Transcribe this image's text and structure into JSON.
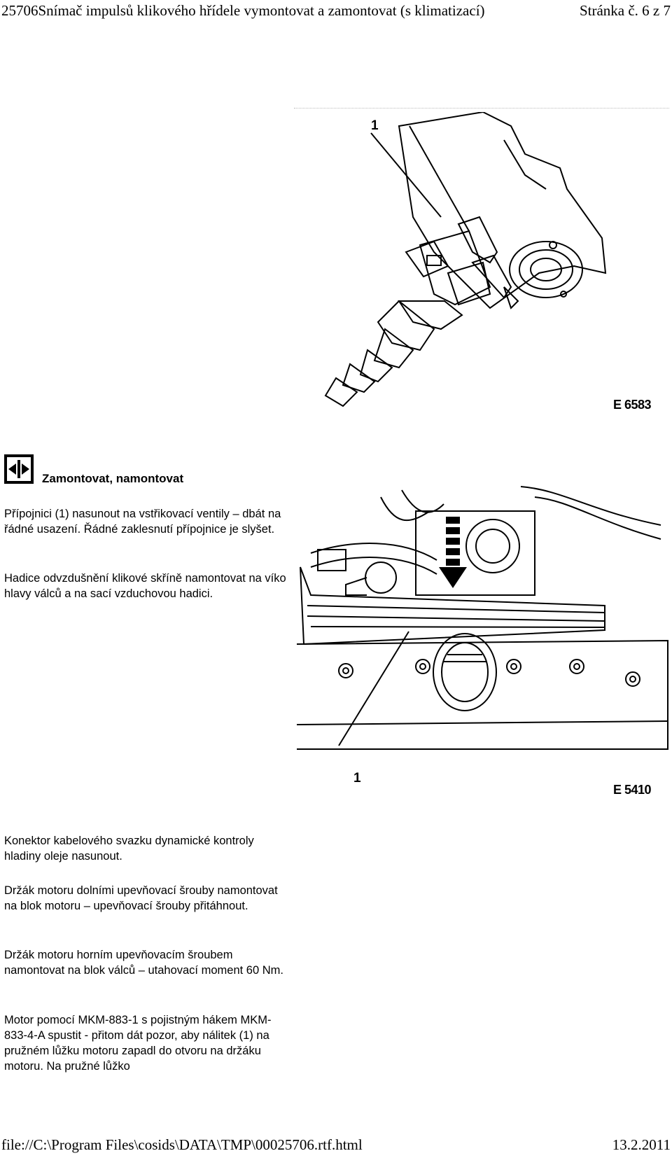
{
  "header": {
    "title": "25706Snímač impulsů klikového hřídele vymontovat a zamontovat (s klimatizací)",
    "page": "Stránka č. 6 z 7"
  },
  "figure1": {
    "code": "E 6583",
    "callout": "1"
  },
  "install_section": {
    "icon": "install-arrows-icon",
    "heading": "Zamontovat, namontovat"
  },
  "paragraphs": {
    "p1": "Přípojnici (1) nasunout na vstřikovací ventily – dbát na řádné usazení. Řádné zaklesnutí přípojnice je slyšet.",
    "p2": "Hadice odvzdušnění klikové skříně namontovat na víko hlavy válců a na sací vzduchovou hadici.",
    "p3": "Konektor kabelového svazku dynamické kontroly hladiny oleje nasunout.",
    "p4": "Držák motoru dolními upevňovací šrouby namontovat na blok motoru – upevňovací šrouby přitáhnout.",
    "p5": "Držák motoru horním upevňovacím šroubem namontovat na blok válců – utahovací moment 60 Nm.",
    "p6": "Motor pomocí MKM-883-1 s pojistným hákem MKM-833-4-A spustit - přitom dát pozor, aby nálitek (1) na pružném lůžku motoru zapadl do otvoru na držáku motoru. Na pružné lůžko"
  },
  "figure2": {
    "code": "E 5410",
    "callout": "1"
  },
  "footer": {
    "path": "file://C:\\Program Files\\cosids\\DATA\\TMP\\00025706.rtf.html",
    "date": "13.2.2011"
  }
}
